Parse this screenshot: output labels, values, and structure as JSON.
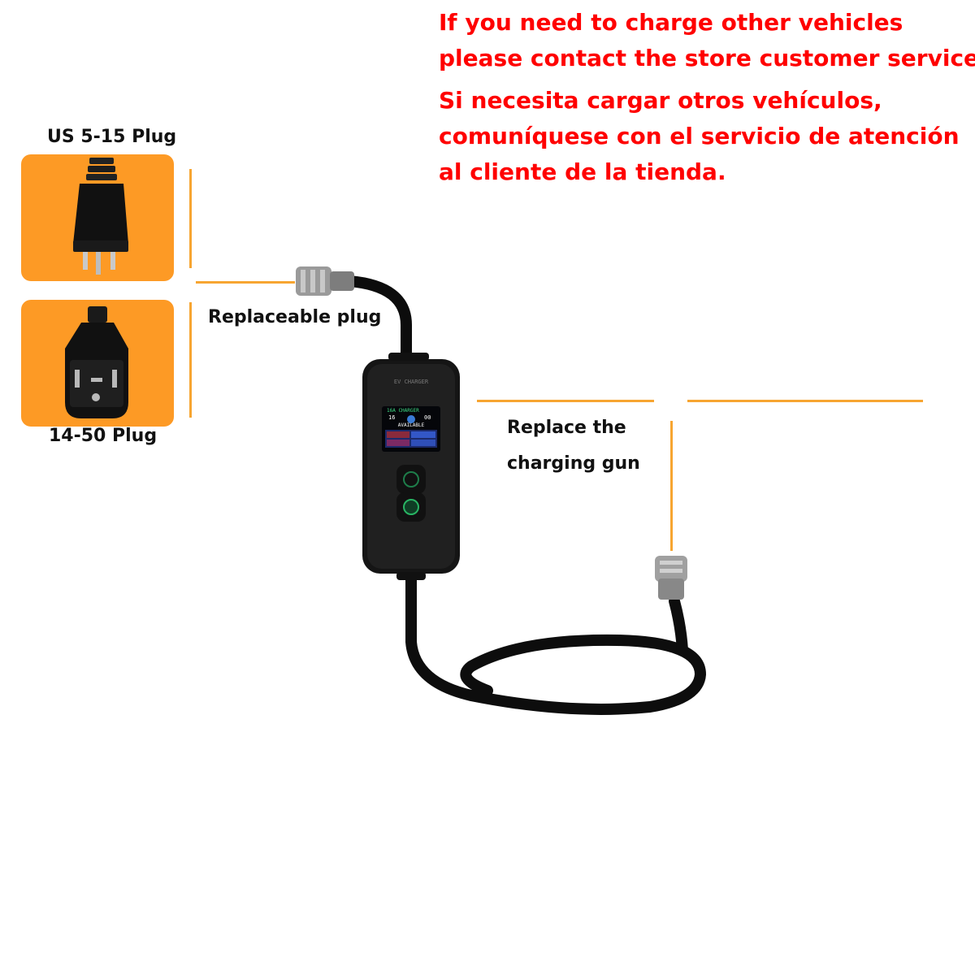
{
  "notice": {
    "en_line1": "If you need to charge other vehicles",
    "en_line2": "please contact the store customer service",
    "es_line1": "Si necesita cargar otros vehículos,",
    "es_line2": "comuníquese con el servicio de atención",
    "es_line3": "al cliente de la tienda."
  },
  "plugs": [
    {
      "label": "US 5-15 Plug"
    },
    {
      "label": "14-50 Plug"
    }
  ],
  "callouts": {
    "replaceable_plug": "Replaceable plug",
    "replace_gun_line1": "Replace the",
    "replace_gun_line2": "charging gun"
  },
  "charger_screen": {
    "brand": "EV CHARGER",
    "header": "16A CHARGER",
    "left_value": "16",
    "right_value": "00",
    "status": "AVAILABLE"
  },
  "colors": {
    "notice_red": "#ff0000",
    "accent_orange": "#fd9a25",
    "line_orange": "#f7a531"
  }
}
